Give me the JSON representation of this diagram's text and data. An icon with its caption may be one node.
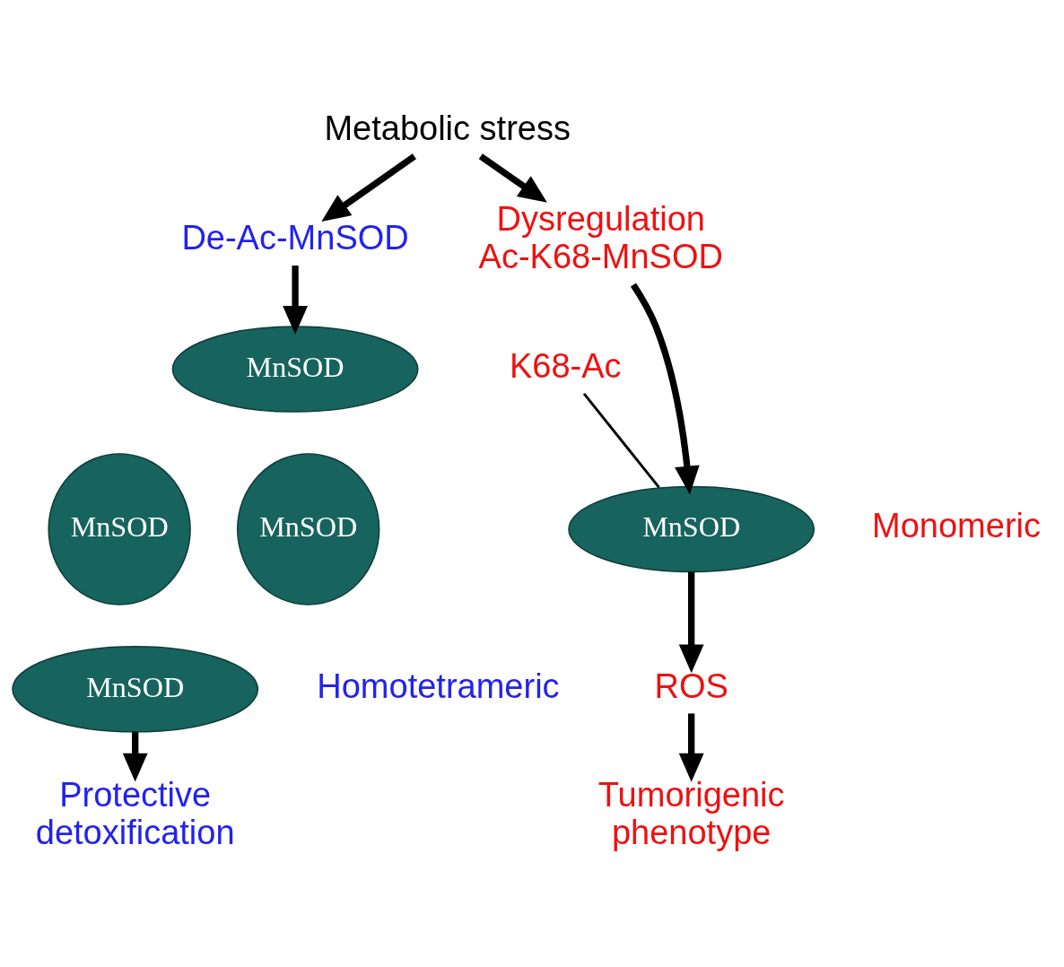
{
  "diagram": {
    "nodes": [
      {
        "text": [
          "Metabolic stress"
        ]
      },
      {
        "text": [
          "De-Ac-MnSOD"
        ]
      },
      {
        "text": [
          "Dysregulation Ac-K68-MnSOD"
        ]
      },
      {
        "text": [
          "MnSOD"
        ]
      },
      {
        "text": [
          "MnSOD"
        ]
      },
      {
        "text": [
          "MnSOD"
        ]
      },
      {
        "text": [
          "MnSOD"
        ],
        "beside": [
          "Homotetrameric"
        ]
      },
      {
        "text": [
          "K68-Ac"
        ]
      },
      {
        "text": [
          "MnSOD"
        ],
        "beside": [
          "Monomeric"
        ]
      },
      {
        "text": [
          "Protective detoxification"
        ]
      },
      {
        "text": [
          "ROS"
        ]
      },
      {
        "text": [
          "Tumorigenic phenotype"
        ]
      }
    ],
    "edges": [
      {
        "from": 0,
        "to": 1,
        "arrow": "to"
      },
      {
        "from": 0,
        "to": 2,
        "arrow": "to"
      },
      {
        "from": 1,
        "to": 3,
        "arrow": "to"
      },
      {
        "from": 2,
        "to": 8,
        "arrow": "to"
      },
      {
        "from": 7,
        "to": 8,
        "arrow": "none"
      },
      {
        "from": 6,
        "to": 9,
        "arrow": "to"
      },
      {
        "from": 8,
        "to": 10,
        "arrow": "to"
      },
      {
        "from": 10,
        "to": 11,
        "arrow": "to"
      }
    ]
  }
}
